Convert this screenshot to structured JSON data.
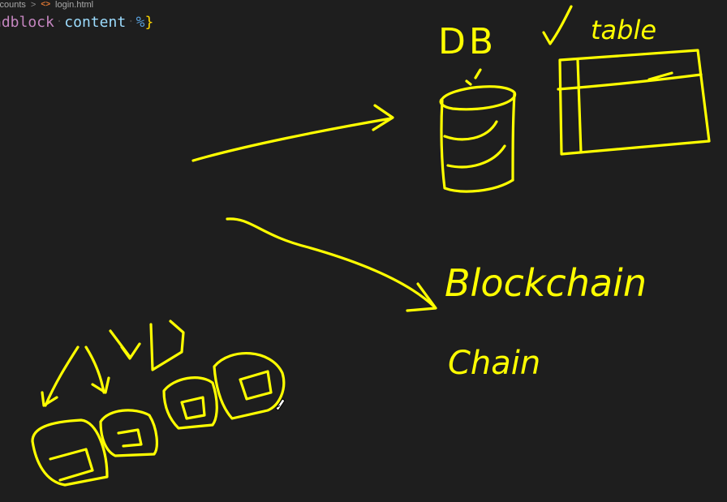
{
  "breadcrumb": {
    "items": [
      "ccounts",
      "login.html"
    ],
    "separator": ">",
    "file_icon": "<>"
  },
  "editor": {
    "line_keyword": "ndblock",
    "line_ident": "content",
    "line_punct": "%",
    "line_brace": "}"
  },
  "drawing": {
    "label_db": "DB",
    "label_table": "table",
    "label_blockchain": "Blockchain",
    "label_chain": "Chain",
    "ink_color": "#ffff00",
    "background_color": "#1e1e1e"
  },
  "icons": {
    "cursor": "pen-cursor-icon",
    "check": "checkmark-icon",
    "database": "database-cylinder-icon"
  }
}
